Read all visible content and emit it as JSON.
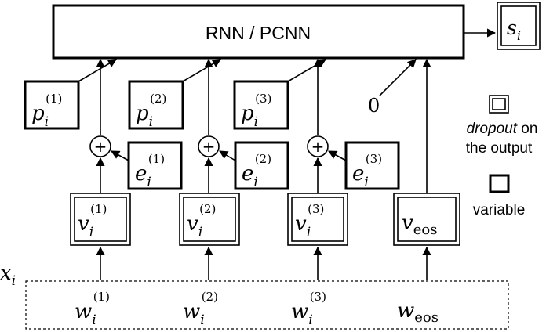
{
  "top_box": {
    "label": "RNN / PCNN"
  },
  "output": {
    "base": "s",
    "sub": "i"
  },
  "p_nodes": [
    {
      "base": "p",
      "sub": "i",
      "sup": "(1)"
    },
    {
      "base": "p",
      "sub": "i",
      "sup": "(2)"
    },
    {
      "base": "p",
      "sub": "i",
      "sup": "(3)"
    }
  ],
  "zero_label": "0",
  "plus_symbol": "+",
  "e_nodes": [
    {
      "base": "e",
      "sub": "i",
      "sup": "(1)"
    },
    {
      "base": "e",
      "sub": "i",
      "sup": "(2)"
    },
    {
      "base": "e",
      "sub": "i",
      "sup": "(3)"
    }
  ],
  "v_nodes": [
    {
      "base": "v",
      "sub": "i",
      "sup": "(1)"
    },
    {
      "base": "v",
      "sub": "i",
      "sup": "(2)"
    },
    {
      "base": "v",
      "sub": "i",
      "sup": "(3)"
    },
    {
      "base": "v",
      "sub": "eos",
      "sup": ""
    }
  ],
  "w_nodes": [
    {
      "base": "w",
      "sub": "i",
      "sup": "(1)"
    },
    {
      "base": "w",
      "sub": "i",
      "sup": "(2)"
    },
    {
      "base": "w",
      "sub": "i",
      "sup": "(3)"
    },
    {
      "base": "w",
      "sub": "eos",
      "sup": ""
    }
  ],
  "input_label": {
    "base": "x",
    "sub": "i"
  },
  "legend": {
    "dropout_word": "dropout",
    "dropout_rest": " on",
    "dropout_line2": "the output",
    "variable": "variable"
  }
}
